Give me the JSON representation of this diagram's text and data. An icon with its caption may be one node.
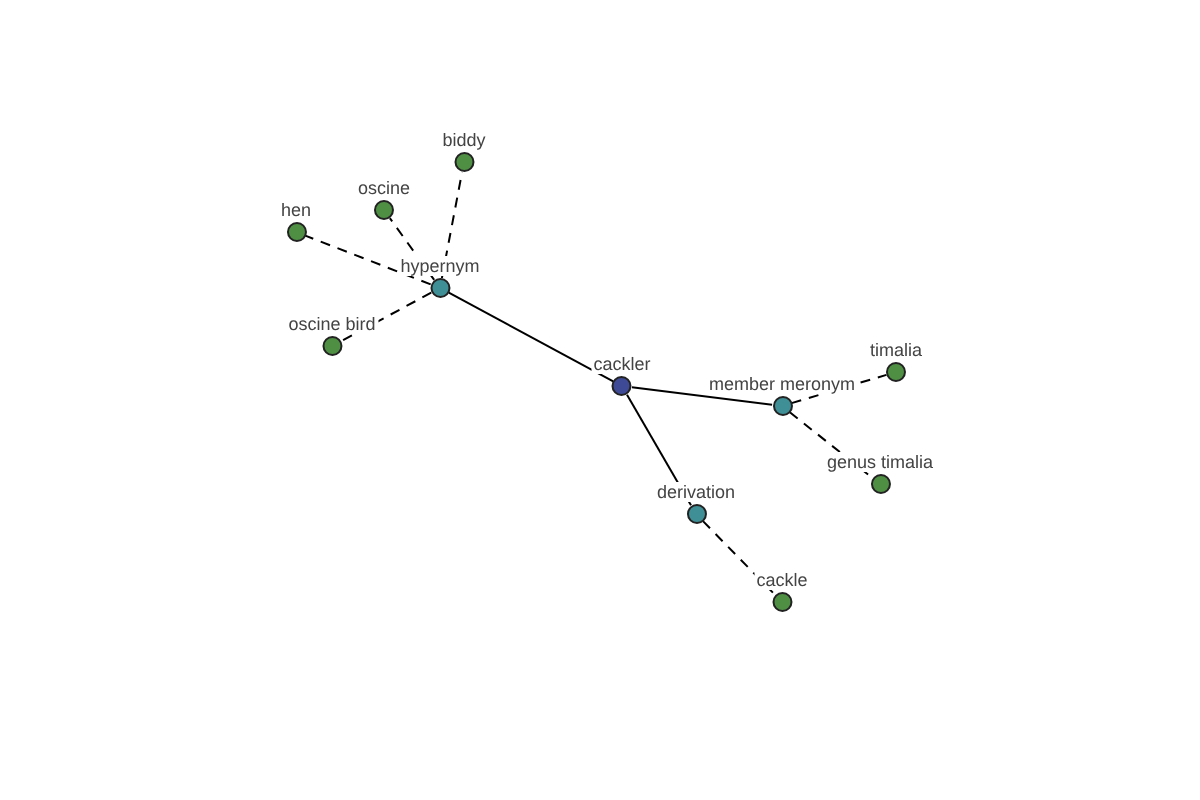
{
  "diagram": {
    "nodes": [
      {
        "text": [
          "biddy"
        ]
      },
      {
        "text": [
          "oscine"
        ]
      },
      {
        "text": [
          "hen"
        ]
      },
      {
        "text": [
          "hypernym"
        ]
      },
      {
        "text": [
          "oscine bird"
        ]
      },
      {
        "text": [
          "cackler"
        ]
      },
      {
        "text": [
          "timalia"
        ]
      },
      {
        "text": [
          "member meronym"
        ]
      },
      {
        "text": [
          "genus timalia"
        ]
      },
      {
        "text": [
          "derivation"
        ]
      },
      {
        "text": [
          "cackle"
        ]
      }
    ],
    "edges": [
      {
        "from": 3,
        "to": 0,
        "arrow": "none",
        "style": "dashed"
      },
      {
        "from": 3,
        "to": 1,
        "arrow": "none",
        "style": "dashed"
      },
      {
        "from": 3,
        "to": 2,
        "arrow": "none",
        "style": "dashed"
      },
      {
        "from": 3,
        "to": 4,
        "arrow": "none",
        "style": "dashed"
      },
      {
        "from": 5,
        "to": 3,
        "arrow": "none"
      },
      {
        "from": 5,
        "to": 7,
        "arrow": "none"
      },
      {
        "from": 7,
        "to": 6,
        "arrow": "none",
        "style": "dashed"
      },
      {
        "from": 7,
        "to": 8,
        "arrow": "none",
        "style": "dashed"
      },
      {
        "from": 5,
        "to": 9,
        "arrow": "none"
      },
      {
        "from": 9,
        "to": 10,
        "arrow": "none",
        "style": "dashed"
      }
    ]
  }
}
